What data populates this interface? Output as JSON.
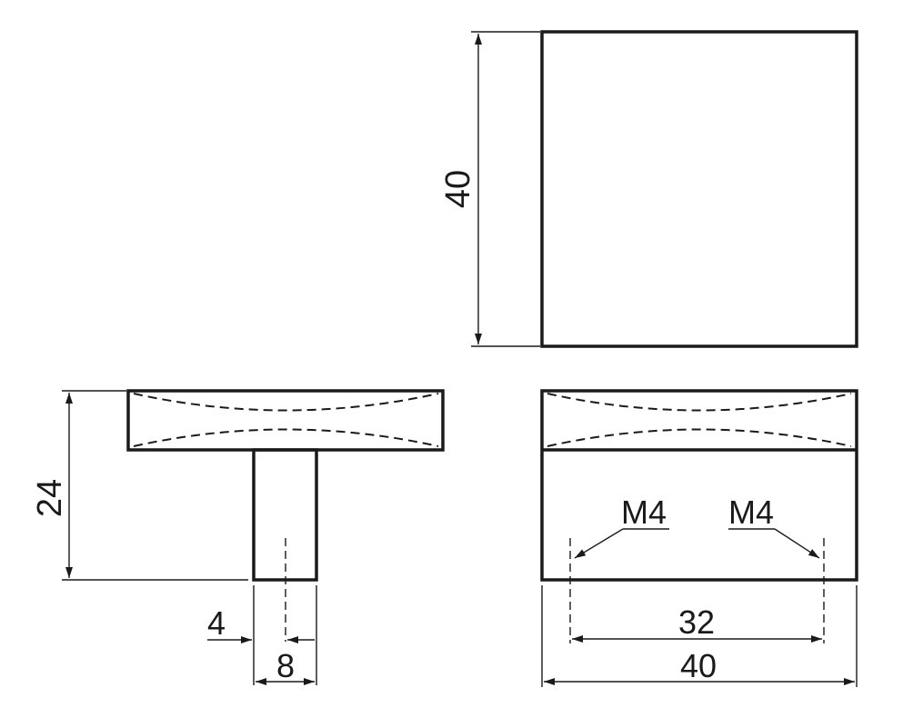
{
  "dimensions": {
    "top_height": "40",
    "side_height": "24",
    "shaft_half": "4",
    "shaft_width": "8",
    "hole_spacing": "32",
    "overall_width": "40",
    "thread_left": "M4",
    "thread_right": "M4"
  }
}
